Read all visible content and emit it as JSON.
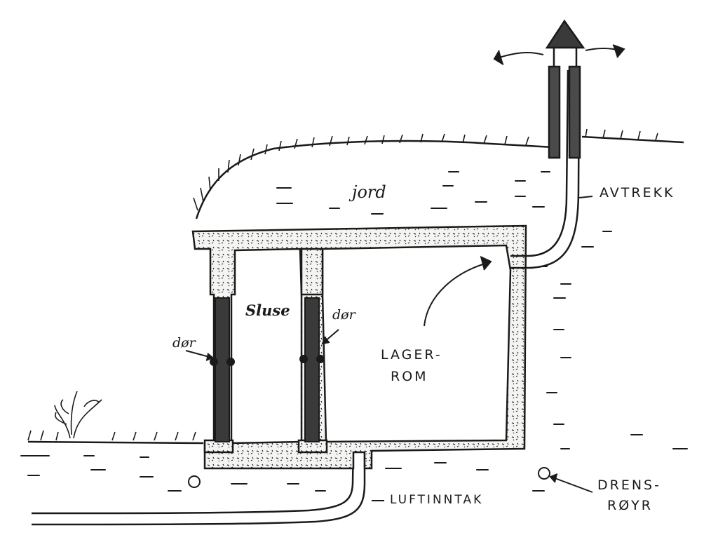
{
  "labels": {
    "jord": "jord",
    "sluse": "Sluse",
    "dor_left": "dør",
    "dor_right": "dør",
    "lager_line1": "LAGER-",
    "lager_line2": "ROM",
    "avtrekk": "AVTREKK",
    "luftinntak": "LUFTINNTAK",
    "drens_line1": "DRENS-",
    "drens_line2": "RØYR"
  },
  "colors": {
    "ink": "#1a1a1a",
    "paper": "#ffffff",
    "concrete": "#f4f4f2"
  }
}
